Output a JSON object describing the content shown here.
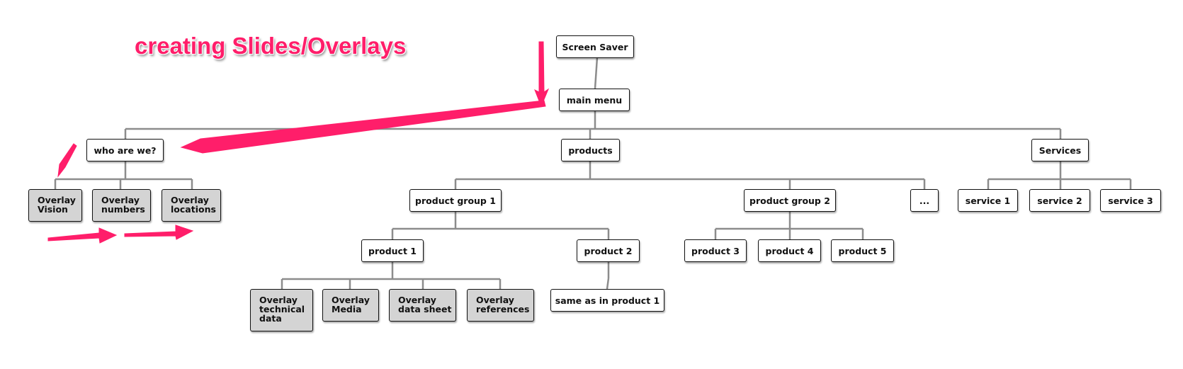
{
  "diagram": {
    "headline": "creating Slides/Overlays",
    "colors": {
      "connector": "#8c8c8c",
      "arrow": "#ff1e6a",
      "overlay_fill": "#d4d4d4"
    },
    "nodes": {
      "screen_saver": "Screen Saver",
      "main_menu": "main menu",
      "who_are_we": "who are we?",
      "products": "products",
      "services": "Services",
      "overlay_vision": "Overlay Vision",
      "overlay_numbers": "Overlay numbers",
      "overlay_locations": "Overlay locations",
      "product_group_1": "product group 1",
      "product_group_2": "product group 2",
      "ellipsis": "...",
      "service_1": "service 1",
      "service_2": "service 2",
      "service_3": "service 3",
      "product_1": "product 1",
      "product_2": "product 2",
      "product_3": "product 3",
      "product_4": "product 4",
      "product_5": "product 5",
      "overlay_technical_data": "Overlay technical data",
      "overlay_media": "Overlay Media",
      "overlay_data_sheet": "Overlay data sheet",
      "overlay_references": "Overlay references",
      "same_as_product_1": "same as in product 1"
    }
  }
}
